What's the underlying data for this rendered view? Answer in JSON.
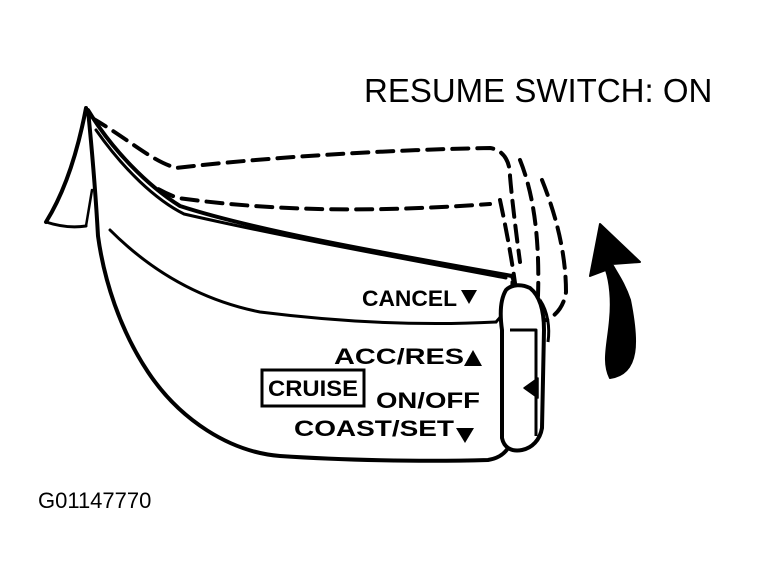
{
  "title": "RESUME SWITCH: ON",
  "labels": {
    "cancel": "CANCEL",
    "acc_res": "ACC/RES",
    "cruise": "CRUISE",
    "on_off": "ON/OFF",
    "coast_set": "COAST/SET"
  },
  "figure_code": "G01147770",
  "colors": {
    "ink": "#000000",
    "paper": "#ffffff"
  }
}
